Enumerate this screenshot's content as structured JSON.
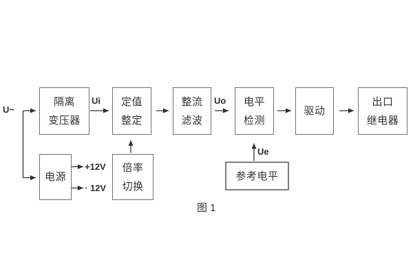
{
  "colors": {
    "background": "#ffffff",
    "box_border": "#6e6e6e",
    "reference_box_border": "#7d7d7d",
    "wire": "#2f2f2f",
    "text": "#333333"
  },
  "figure": {
    "caption": "图 1",
    "source_label": "U~",
    "signals": {
      "ui": "Ui",
      "uo": "Uo",
      "ue": "Ue"
    },
    "power_rails": {
      "positive": "+12V",
      "negative": "· 12V"
    },
    "blocks": {
      "isolation_transformer": {
        "lines": [
          "隔离",
          "变压器"
        ]
      },
      "value_setting": {
        "lines": [
          "定值",
          "整定"
        ]
      },
      "rectifier_filter": {
        "lines": [
          "整流",
          "滤波"
        ]
      },
      "level_detection": {
        "lines": [
          "电平",
          "检测"
        ]
      },
      "drive": {
        "lines": [
          "驱动"
        ]
      },
      "output_relay": {
        "lines": [
          "出口",
          "继电器"
        ]
      },
      "power_supply": {
        "lines": [
          "电源"
        ]
      },
      "ratio_switch": {
        "lines": [
          "倍率",
          "切换"
        ]
      },
      "reference_level": {
        "lines": [
          "参考电平"
        ]
      }
    }
  }
}
